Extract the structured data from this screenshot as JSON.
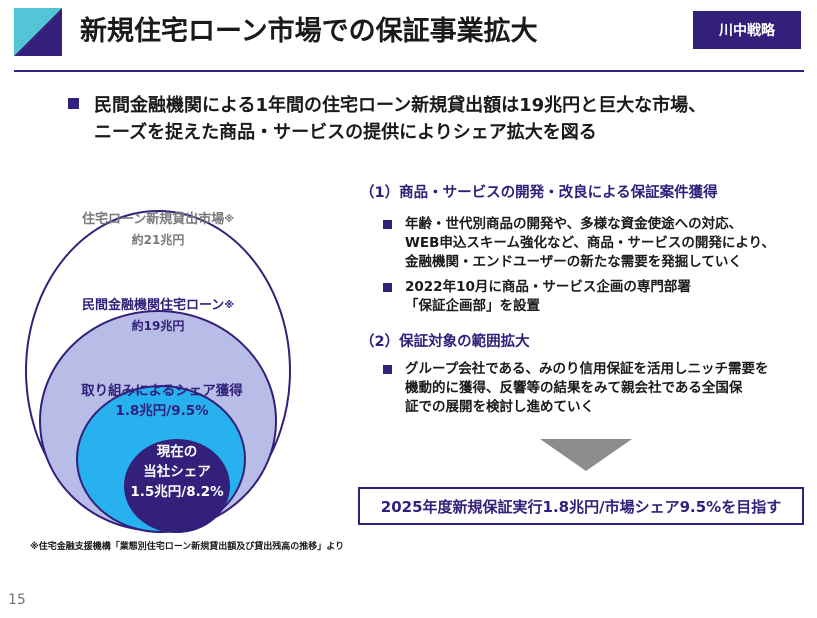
{
  "header": {
    "title": "新規住宅ローン市場での保証事業拡大",
    "badge": "川中戦略"
  },
  "lead": {
    "line1": "民間金融機関による1年間の住宅ローン新規貸出額は19兆円と巨大な市場、",
    "line2": "ニーズを捉えた商品・サービスの提供によりシェア拡大を図る"
  },
  "circles": {
    "outer": {
      "label": "住宅ローン新規貸出市場",
      "mark": "※",
      "value": "約21兆円"
    },
    "second": {
      "label": "民間金融機関住宅ローン",
      "mark": "※",
      "value": "約19兆円"
    },
    "third": {
      "label": "取り組みによるシェア獲得",
      "value": "1.8兆円/9.5%"
    },
    "inner": {
      "line1": "現在の",
      "line2": "当社シェア",
      "value": "1.5兆円/8.2%"
    }
  },
  "sections": [
    {
      "heading": "（1）商品・サービスの開発・改良による保証案件獲得",
      "bullets": [
        {
          "lines": [
            "年齢・世代別商品の開発や、多様な資金使途への対応、",
            "WEB申込スキーム強化など、商品・サービスの開発により、",
            "金融機関・エンドユーザーの新たな需要を発掘していく"
          ]
        },
        {
          "lines": [
            "2022年10月に商品・サービス企画の専門部署",
            "「保証企画部」を設置"
          ]
        }
      ]
    },
    {
      "heading": "（2）保証対象の範囲拡大",
      "bullets": [
        {
          "lines": [
            "グループ会社である、みのり信用保証を活用しニッチ需要を",
            "機動的に獲得、反響等の結果をみて親会社である全国保",
            "証での展開を検討し進めていく"
          ]
        }
      ]
    }
  ],
  "target": "2025年度新規保証実行1.8兆円/市場シェア9.5%を目指す",
  "footnote": "※住宅金融支援機構「業態別住宅ローン新規貸出額及び貸出残高の推移」より",
  "page_number": "15",
  "colors": {
    "brand": "#33207a",
    "outer_circle": "#ffffff",
    "second_circle": "#b8bde8",
    "third_circle": "#27b1ee",
    "inner_circle": "#33207a",
    "logo_teal": "#52c6d6",
    "arrow": "#8c8c8c"
  }
}
